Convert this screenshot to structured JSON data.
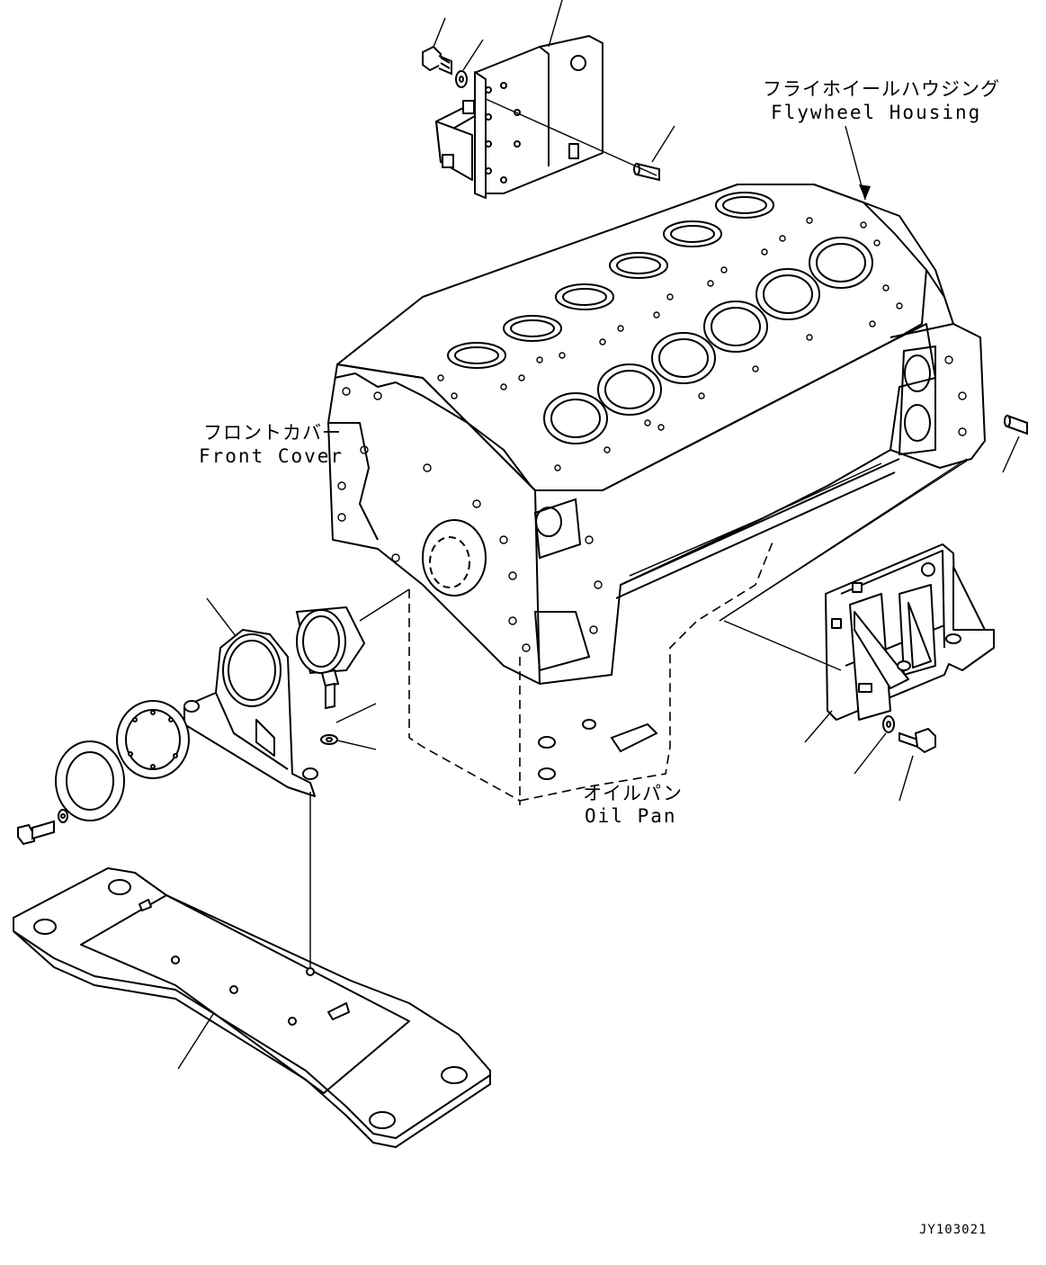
{
  "labels": {
    "flywheel_housing_jp": "フライホイールハウジング",
    "flywheel_housing_en": "Flywheel Housing",
    "front_cover_jp": "フロントカバー",
    "front_cover_en": "Front Cover",
    "oil_pan_jp": "オイルパン",
    "oil_pan_en": "Oil Pan"
  },
  "drawing_code": "JY103021"
}
